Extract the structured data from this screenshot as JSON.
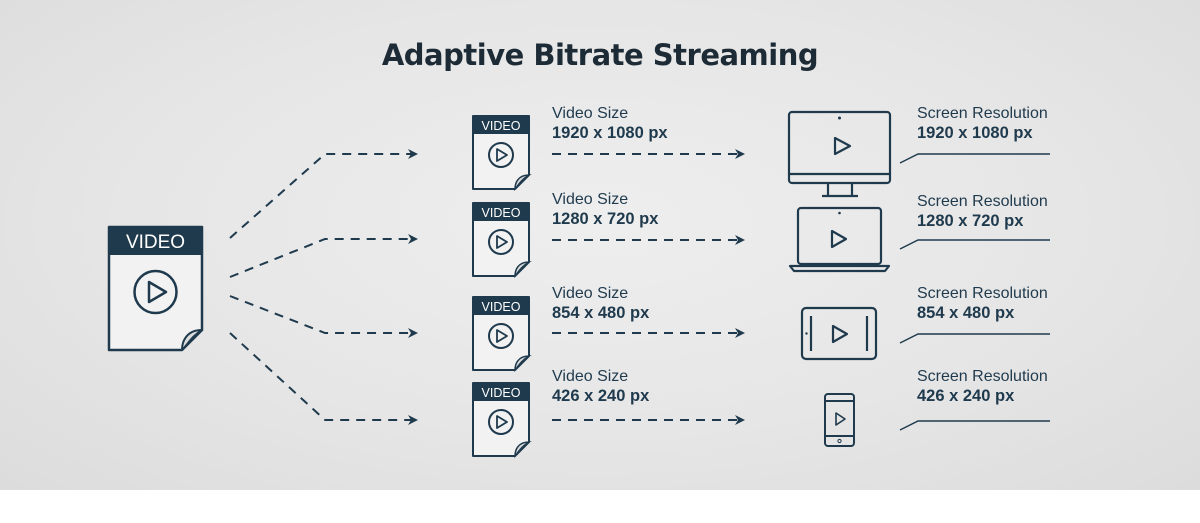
{
  "title": "Adaptive Bitrate Streaming",
  "source_file": {
    "label": "VIDEO"
  },
  "renditions": [
    {
      "file_label": "VIDEO",
      "video_size_label": "Video Size",
      "video_size": "1920 x 1080 px",
      "device": "desktop-monitor",
      "screen_label": "Screen Resolution",
      "screen_resolution": "1920 x 1080 px"
    },
    {
      "file_label": "VIDEO",
      "video_size_label": "Video Size",
      "video_size": "1280 x 720 px",
      "device": "laptop",
      "screen_label": "Screen Resolution",
      "screen_resolution": "1280 x 720 px"
    },
    {
      "file_label": "VIDEO",
      "video_size_label": "Video Size",
      "video_size": "854 x 480 px",
      "device": "tablet",
      "screen_label": "Screen Resolution",
      "screen_resolution": "854 x 480 px"
    },
    {
      "file_label": "VIDEO",
      "video_size_label": "Video Size",
      "video_size": "426 x 240 px",
      "device": "smartphone",
      "screen_label": "Screen Resolution",
      "screen_resolution": "426 x 240 px"
    }
  ],
  "colors": {
    "ink": "#1f3a4d",
    "file_header": "#1f3a4d",
    "background": "#e6e6e6"
  }
}
